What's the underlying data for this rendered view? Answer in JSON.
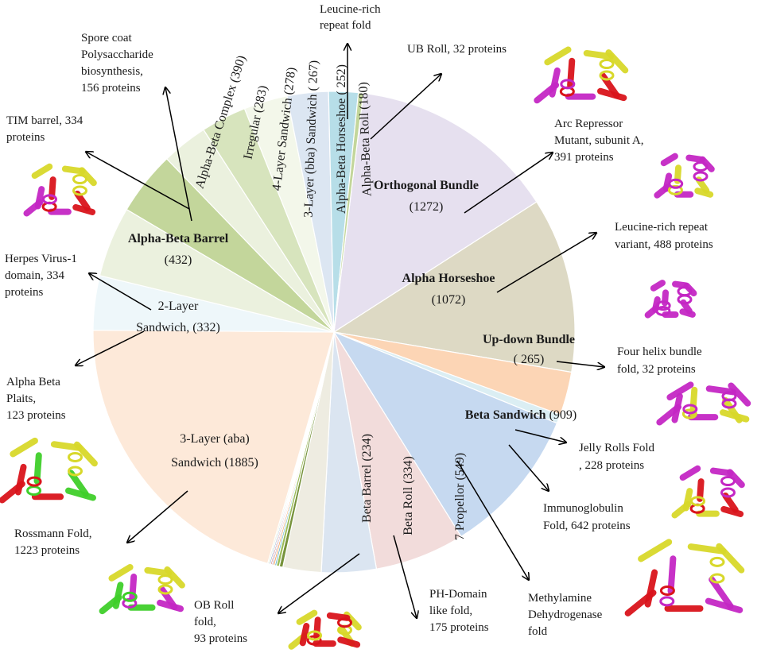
{
  "chart_data": {
    "type": "pie",
    "title": "",
    "series": [
      {
        "label": "Orthogonal Bundle",
        "value_label": "(1272)",
        "value": 1272,
        "color": "#e6e0ef",
        "show": true
      },
      {
        "label": "Alpha Horseshoe",
        "value_label": "(1072)",
        "value": 1072,
        "color": "#ddd9c4",
        "show": true
      },
      {
        "label": "Up-down Bundle",
        "value_label": "( 265)",
        "value": 265,
        "color": "#fcd5b5",
        "show": true
      },
      {
        "label": "",
        "value_label": "",
        "value": 55,
        "color": "#dbeef3",
        "show": false
      },
      {
        "label": "Beta Sandwich",
        "value_label": "(909)",
        "value": 909,
        "color": "#c6d9f0",
        "show": true
      },
      {
        "label": "7 Propellor",
        "value_label": "(549)",
        "value": 549,
        "color": "#f2dcdb",
        "show": true
      },
      {
        "label": "Beta Roll",
        "value_label": "(334)",
        "value": 334,
        "color": "#dbe5f1",
        "show": true
      },
      {
        "label": "Beta Barrel",
        "value_label": "(234)",
        "value": 234,
        "color": "#eeece1",
        "show": true
      },
      {
        "label": "",
        "value_label": "",
        "value": 22,
        "color": "#77933c",
        "show": false
      },
      {
        "label": "",
        "value_label": "",
        "value": 18,
        "color": "#9bbb59",
        "show": false
      },
      {
        "label": "",
        "value_label": "",
        "value": 10,
        "color": "#4bacc6",
        "show": false
      },
      {
        "label": "",
        "value_label": "",
        "value": 10,
        "color": "#f79646",
        "show": false
      },
      {
        "label": "",
        "value_label": "",
        "value": 8,
        "color": "#8064a2",
        "show": false
      },
      {
        "label": "",
        "value_label": "",
        "value": 8,
        "color": "#c0504d",
        "show": false
      },
      {
        "label": "",
        "value_label": "",
        "value": 8,
        "color": "#4f81bd",
        "show": false
      },
      {
        "label": "",
        "value_label": "",
        "value": 10,
        "color": "#ebf1de",
        "show": false
      },
      {
        "label": "3-Layer (aba)",
        "value_label": "Sandwich (1885)",
        "value": 1885,
        "color": "#fde9d9",
        "show": true
      },
      {
        "label": "2-Layer",
        "value_label": "Sandwich, (332)",
        "value": 332,
        "color": "#eef7fa",
        "show": true
      },
      {
        "label": "Alpha-Beta Barrel",
        "value_label": "(432)",
        "value": 432,
        "color": "#ebf1de",
        "show": true
      },
      {
        "label": "Alpha-Beta Complex",
        "value_label": "(390)",
        "value": 390,
        "color": "#c3d69b",
        "show": true
      },
      {
        "label": "Irregular",
        "value_label": "(283)",
        "value": 283,
        "color": "#ebf1de",
        "show": true
      },
      {
        "label": "4-Layer Sandwich",
        "value_label": "(278)",
        "value": 278,
        "color": "#d7e4bd",
        "show": true
      },
      {
        "label": "3-Layer (bba) Sandwich",
        "value_label": "( 267)",
        "value": 267,
        "color": "#f3f7ea",
        "show": true
      },
      {
        "label": "Alpha-Beta Horseshoe",
        "value_label": "( 252)",
        "value": 252,
        "color": "#dce6f2",
        "show": true
      },
      {
        "label": "Alpha-Beta Roll",
        "value_label": "(180)",
        "value": 180,
        "color": "#b7dee8",
        "show": true
      },
      {
        "label": "",
        "value_label": "",
        "value": 30,
        "color": "#c3d69b",
        "show": false
      }
    ],
    "annotations": [
      {
        "key": "leucine_rich_fold",
        "lines": [
          "Leucine-rich",
          "repeat fold"
        ]
      },
      {
        "key": "ub_roll",
        "lines": [
          "UB Roll, 32 proteins"
        ]
      },
      {
        "key": "spore_coat",
        "lines": [
          "Spore coat",
          "Polysaccharide",
          "biosynthesis,",
          "156 proteins"
        ]
      },
      {
        "key": "tim_barrel",
        "lines": [
          "TIM barrel,  334",
          "proteins"
        ]
      },
      {
        "key": "arc_repressor",
        "lines": [
          "Arc Repressor",
          "Mutant, subunit A,",
          "391 proteins"
        ]
      },
      {
        "key": "leucine_variant",
        "lines": [
          "Leucine-rich repeat",
          "variant, 488 proteins"
        ]
      },
      {
        "key": "herpes",
        "lines": [
          "Herpes Virus-1",
          "domain, 334",
          "proteins"
        ]
      },
      {
        "key": "four_helix",
        "lines": [
          "Four helix bundle",
          "fold, 32 proteins"
        ]
      },
      {
        "key": "alpha_beta_plaits",
        "lines": [
          "Alpha Beta",
          "Plaits,",
          "123 proteins"
        ]
      },
      {
        "key": "jelly_rolls",
        "lines": [
          "Jelly Rolls  Fold",
          ", 228 proteins"
        ]
      },
      {
        "key": "immunoglobulin",
        "lines": [
          "Immunoglobulin",
          "Fold, 642 proteins"
        ]
      },
      {
        "key": "rossmann",
        "lines": [
          "Rossmann Fold,",
          "1223 proteins"
        ]
      },
      {
        "key": "ob_roll",
        "lines": [
          "OB Roll",
          "fold,",
          "93 proteins"
        ]
      },
      {
        "key": "ph_domain",
        "lines": [
          "PH-Domain",
          "like fold,",
          "175 proteins"
        ]
      },
      {
        "key": "methylamine",
        "lines": [
          "Methylamine",
          "Dehydrogenase",
          "fold"
        ]
      }
    ],
    "colors": {
      "protein_red": "#d9141b",
      "protein_yellow": "#d8d82a",
      "protein_magenta": "#c427c4",
      "protein_green": "#3fcf2a"
    }
  }
}
